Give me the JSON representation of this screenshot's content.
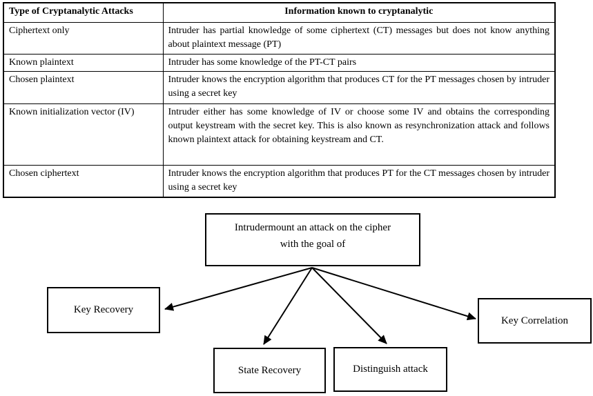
{
  "table": {
    "headers": [
      "Type of Cryptanalytic Attacks",
      "Information known to cryptanalytic"
    ],
    "rows": [
      {
        "attack": "Ciphertext only",
        "info": "Intruder has partial knowledge of some ciphertext (CT) messages but does not know anything about plaintext message (PT)"
      },
      {
        "attack": "Known plaintext",
        "info": "Intruder has some knowledge of the PT-CT pairs"
      },
      {
        "attack": "Chosen plaintext",
        "info": "Intruder knows the encryption algorithm that produces CT for the PT messages chosen by intruder using a secret key"
      },
      {
        "attack": "Known initialization vector (IV)",
        "info": "Intruder either has some knowledge of IV or choose some IV and obtains the corresponding output keystream with the secret key. This is also known as resynchronization attack and follows known plaintext attack for obtaining keystream and CT."
      },
      {
        "attack": "Chosen ciphertext",
        "info": "Intruder knows the encryption algorithm that produces PT for the CT messages chosen by intruder using a secret key"
      }
    ]
  },
  "diagram": {
    "root": {
      "line1": "Intrudermount an attack on the cipher",
      "line2": "with the goal of"
    },
    "nodes": [
      {
        "label": "Key Recovery"
      },
      {
        "label": "State Recovery"
      },
      {
        "label": "Distinguish attack"
      },
      {
        "label": "Key Correlation"
      }
    ]
  },
  "colors": {
    "ink": "#000000",
    "background": "#ffffff"
  }
}
